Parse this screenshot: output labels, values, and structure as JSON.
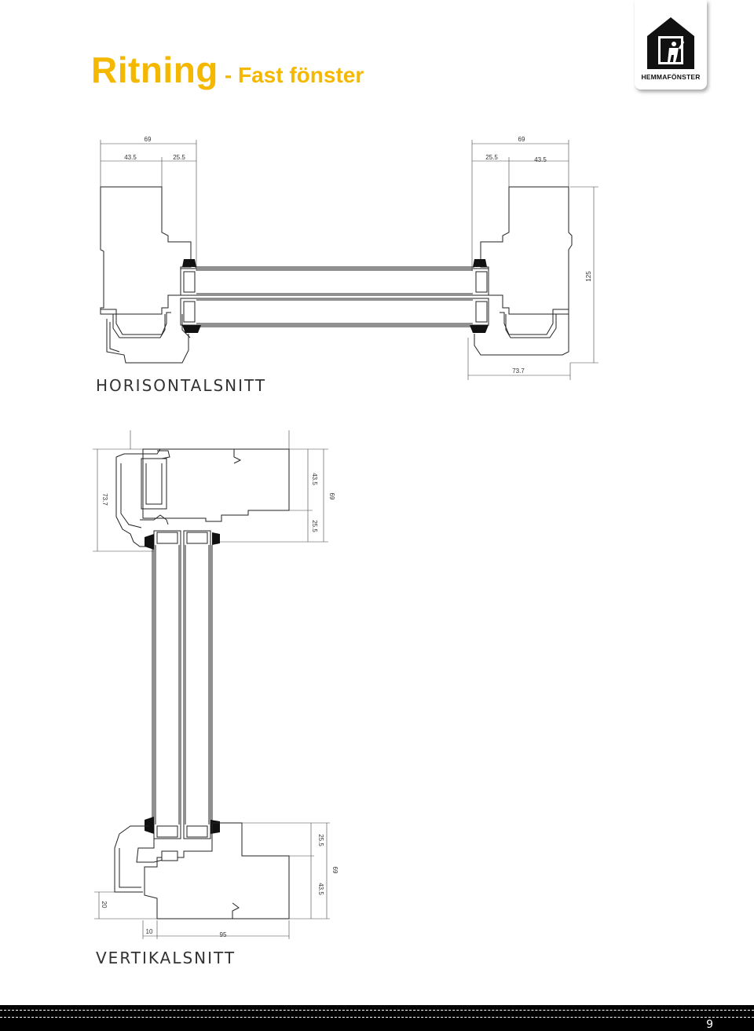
{
  "header": {
    "title_main": "Ritning",
    "title_sub": "- Fast fönster",
    "logo_text": "HEMMAFÖNSTER",
    "accent_color": "#f5b800"
  },
  "horizontal_section": {
    "label": "HORISONTALSNITT",
    "dims": {
      "left_total": "69",
      "left_a": "43.5",
      "left_b": "25.5",
      "right_total": "69",
      "right_a": "25.5",
      "right_b": "43.5",
      "height": "125",
      "bottom": "73.7"
    }
  },
  "vertical_section": {
    "label": "VERTIKALSNITT",
    "dims": {
      "top_left": "73.7",
      "top_a": "43.5",
      "top_b": "25.5",
      "top_total": "69",
      "bot_a": "25.5",
      "bot_b": "43.5",
      "bot_total": "69",
      "bot_left": "20",
      "bot_w1": "10",
      "bot_w2": "95"
    }
  },
  "footer": {
    "page_number": "9"
  }
}
